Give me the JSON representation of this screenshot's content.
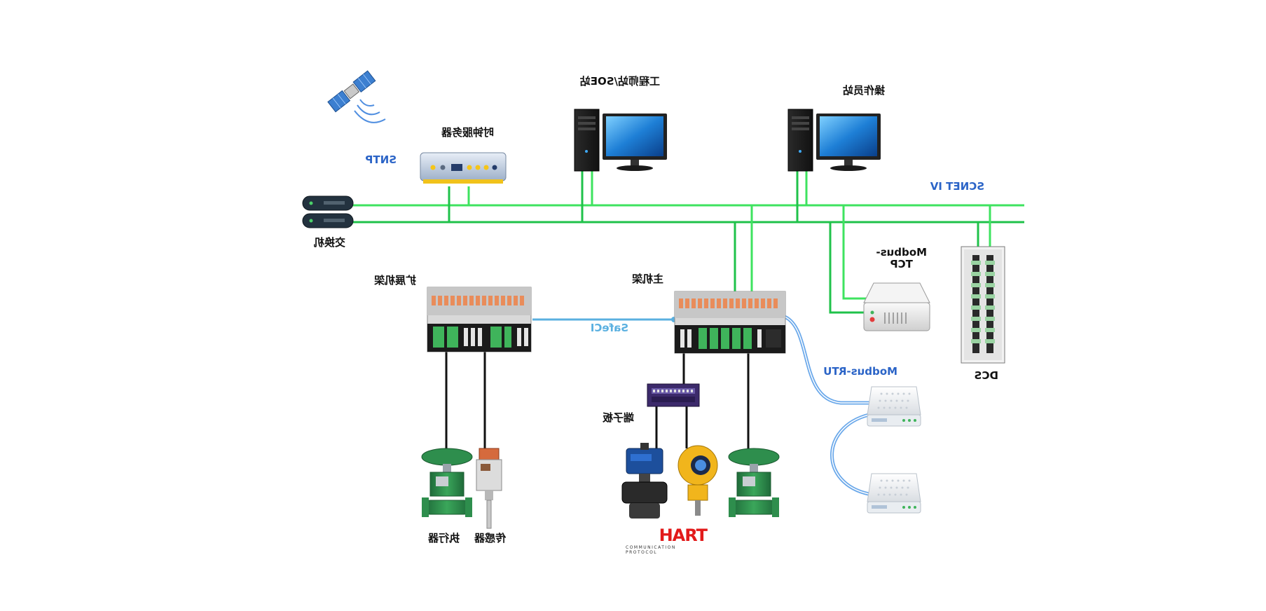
{
  "labels": {
    "engineer_station": "工程师站/SOE站",
    "operator_station": "操作员站",
    "clock_server": "时钟服务器",
    "sntp": "SNTP",
    "network": "SCNET IV",
    "switch": "交换机",
    "expansion_rack": "扩展机架",
    "main_rack": "主机架",
    "modbus_tcp": "Modbus-\nTCP",
    "safeci": "SafeCI",
    "dcs": "DCS",
    "modbus_rtu": "Modbus-RTU",
    "terminal_board": "端子板",
    "actuator": "执行器",
    "sensor": "传感器"
  },
  "hart_logo": {
    "word": "HART",
    "tagline": "COMMUNICATION PROTOCOL"
  },
  "colors": {
    "network_line_dark": "#1fc24a",
    "network_line_light": "#3ee35f",
    "safeci_line": "#5ab0e0",
    "modbus_rtu_line": "#6aa8ea",
    "label_blue": "#2b64c7",
    "hart_red": "#e21a1a"
  }
}
